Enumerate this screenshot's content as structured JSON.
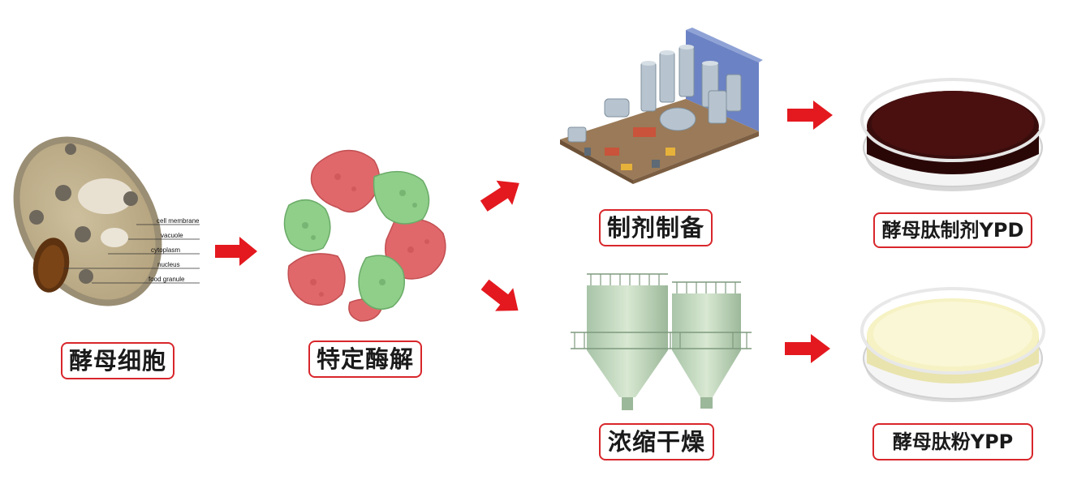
{
  "cell": {
    "labels": [
      "cell membrane",
      "vacuole",
      "cytoplasm",
      "nucleus",
      "food granule"
    ]
  },
  "steps": {
    "yeast_cell": "酵母细胞",
    "enzymolysis": "特定酶解",
    "formulation": "制剂制备",
    "concentrate_dry": "浓缩干燥",
    "product_ypd": "酵母肽制剂YPD",
    "product_ypp": "酵母肽粉YPP"
  },
  "colors": {
    "arrow": "#e3191f",
    "label_border": "#d8262b",
    "protein_red": "#e0686a",
    "protein_green": "#8fcf8a",
    "liquid": "#3a0d0d",
    "powder": "#f6f2c4"
  },
  "icons": {
    "cell": "yeast-cell-illustration",
    "protein": "protein-complex-illustration",
    "factory": "factory-illustration",
    "silo": "drying-tower-illustration",
    "dish_liquid": "petri-dish-liquid",
    "dish_powder": "petri-dish-powder"
  }
}
